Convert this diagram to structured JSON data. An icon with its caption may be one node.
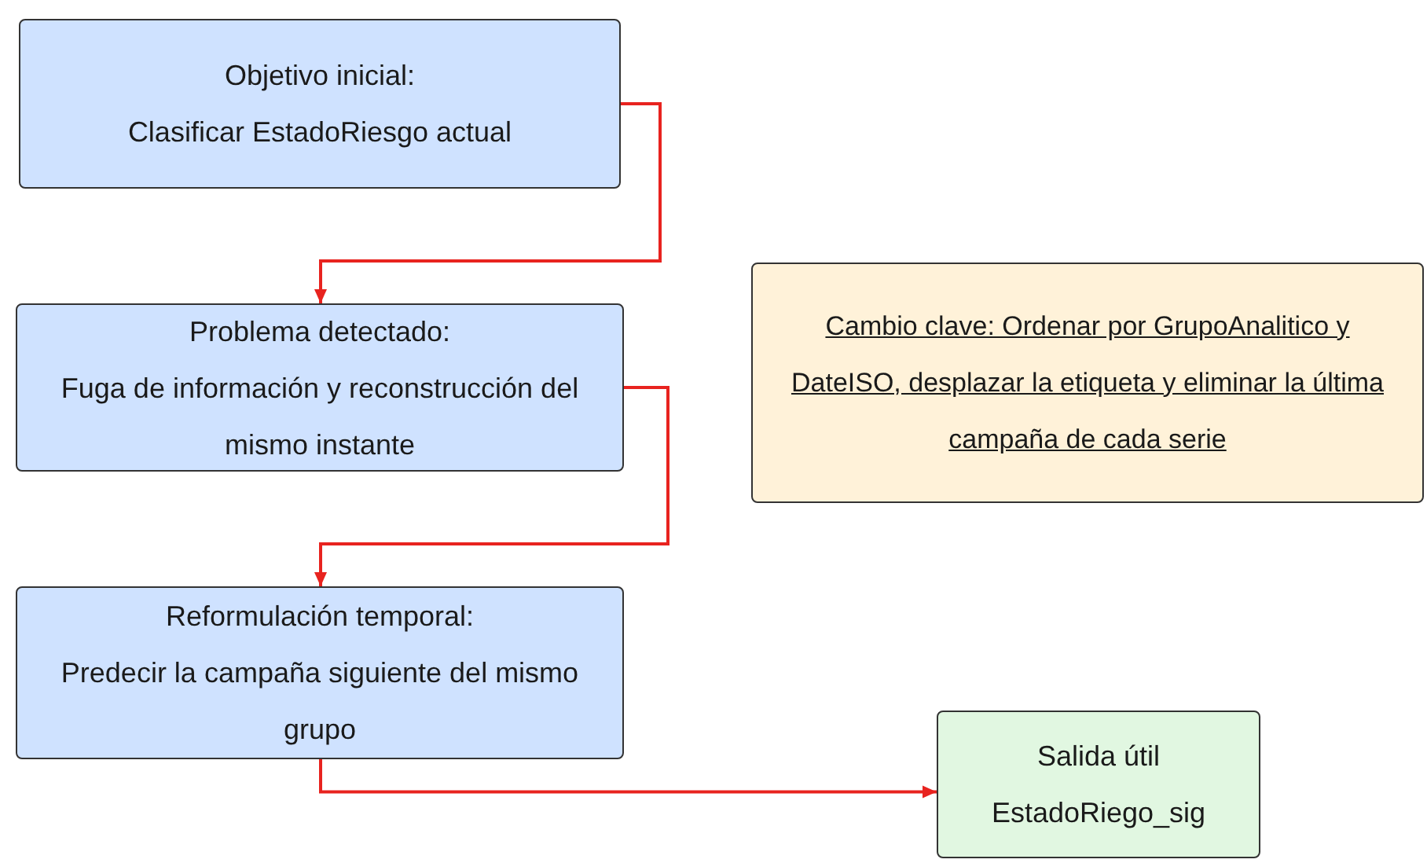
{
  "diagram": {
    "nodes": [
      {
        "text": [
          "Objetivo inicial:",
          "Clasificar EstadoRiesgo actual"
        ]
      },
      {
        "text": [
          "Problema detectado:",
          "Fuga de información y reconstrucción del mismo instante"
        ]
      },
      {
        "text": [
          "Reformulación temporal:",
          "Predecir la campaña siguiente del mismo grupo"
        ]
      },
      {
        "text": [
          "Cambio clave: Ordenar por GrupoAnalitico y DateISO, desplazar la etiqueta y eliminar la última campaña de cada serie"
        ]
      },
      {
        "text": [
          "Salida útil",
          "EstadoRiego_sig"
        ]
      }
    ],
    "edges": [
      {
        "from": 0,
        "to": 1,
        "arrow": "to"
      },
      {
        "from": 1,
        "to": 2,
        "arrow": "to"
      },
      {
        "from": 2,
        "to": 4,
        "arrow": "to"
      }
    ]
  }
}
